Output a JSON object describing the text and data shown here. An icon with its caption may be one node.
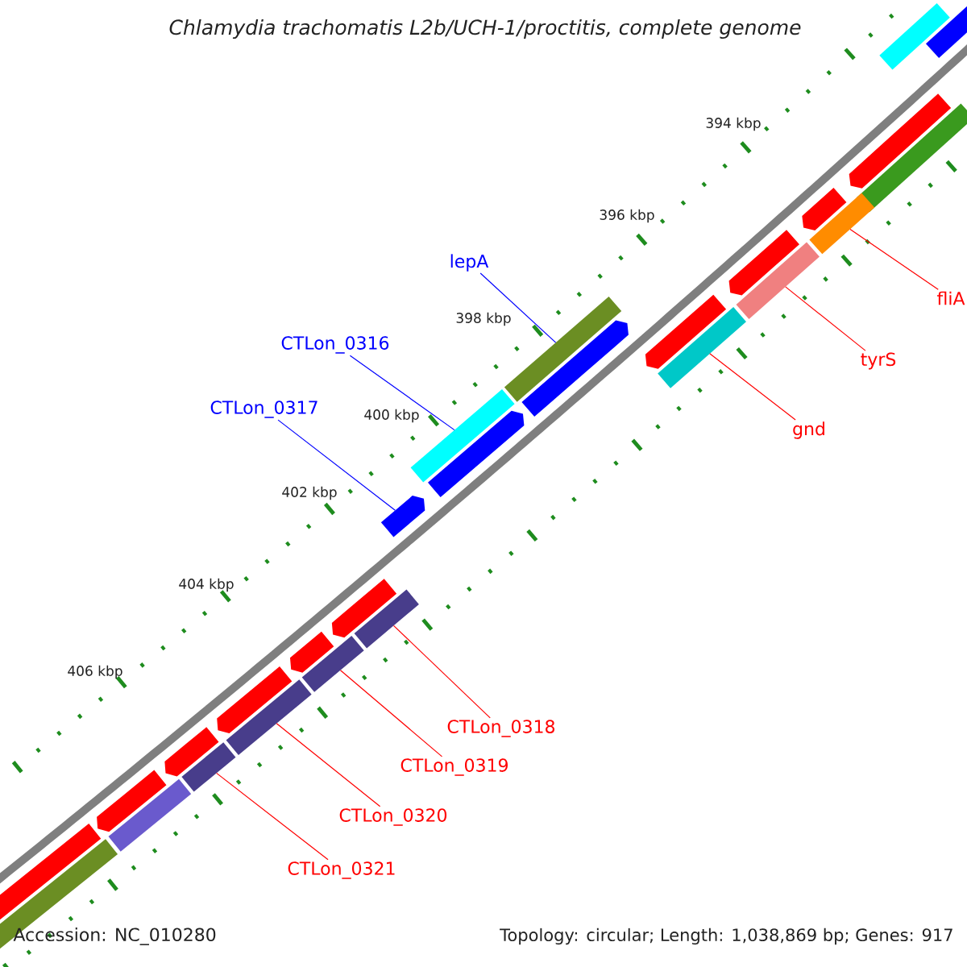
{
  "diagram": {
    "title": "Chlamydia trachomatis L2b/UCH-1/proctitis, complete genome",
    "nodes": [
      {
        "text": [
          "lepA"
        ]
      },
      {
        "text": [
          "fliA"
        ]
      },
      {
        "text": [
          "CTLon_0316"
        ]
      },
      {
        "text": [
          "tyrS"
        ]
      },
      {
        "text": [
          "CTLon_0317"
        ]
      },
      {
        "text": [
          "gnd"
        ]
      },
      {
        "text": [
          "CTLon_0318"
        ]
      },
      {
        "text": [
          "CTLon_0319"
        ]
      },
      {
        "text": [
          "CTLon_0320"
        ]
      },
      {
        "text": [
          "CTLon_0321"
        ]
      },
      {
        "text": [],
        "shape": "bar"
      },
      {
        "text": [],
        "shape": "bar"
      },
      {
        "text": [],
        "shape": "bar"
      },
      {
        "text": [],
        "shape": "bar"
      },
      {
        "text": [],
        "shape": "bar"
      },
      {
        "text": [],
        "shape": "bar"
      },
      {
        "text": [],
        "shape": "bar"
      },
      {
        "text": [],
        "shape": "bar"
      },
      {
        "text": [],
        "shape": "bar"
      },
      {
        "text": [],
        "shape": "bar"
      }
    ],
    "edges": [
      {
        "from": 0,
        "to": 12,
        "arrow": "none",
        "color": "#0000ff"
      },
      {
        "from": 1,
        "to": 10,
        "arrow": "none"
      },
      {
        "from": 2,
        "to": 14,
        "arrow": "none",
        "color": "#0000ff"
      },
      {
        "from": 3,
        "to": 11,
        "arrow": "none"
      },
      {
        "from": 4,
        "to": 15,
        "arrow": "none",
        "color": "#0000ff"
      },
      {
        "from": 5,
        "to": 13,
        "arrow": "none"
      },
      {
        "from": 6,
        "to": 16,
        "arrow": "none"
      },
      {
        "from": 7,
        "to": 17,
        "arrow": "none"
      },
      {
        "from": 8,
        "to": 18,
        "arrow": "none"
      },
      {
        "from": 9,
        "to": 19,
        "arrow": "none"
      }
    ],
    "labels": [
      "394 kbp",
      "396 kbp",
      "398 kbp",
      "400 kbp",
      "402 kbp",
      "404 kbp",
      "406 kbp",
      "Accession: NC_010280",
      "Topology: circular; Length: 1,038,869 bp; Genes: 917"
    ]
  }
}
